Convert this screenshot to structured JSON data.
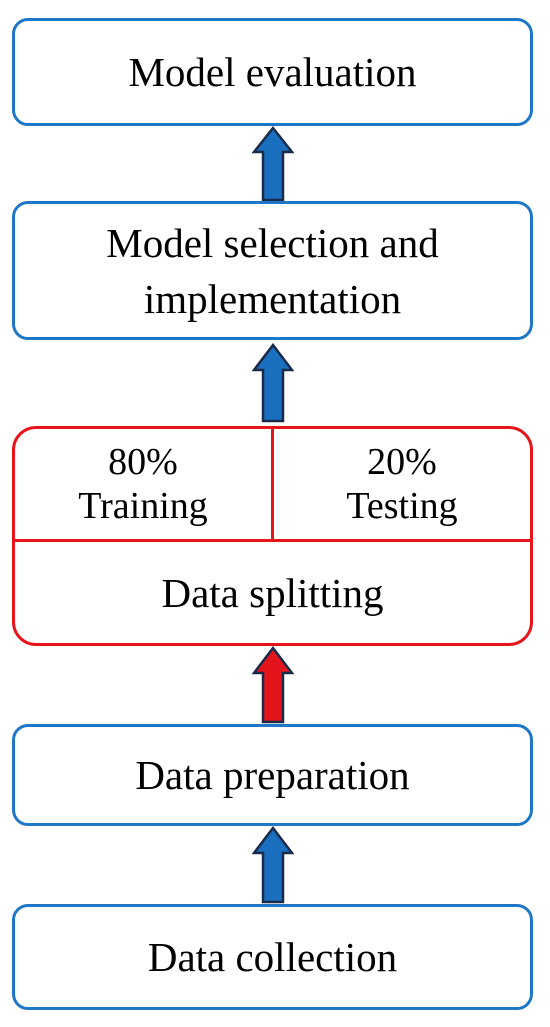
{
  "diagram": {
    "steps": {
      "model_evaluation": "Model evaluation",
      "model_selection_line1": "Model selection and",
      "model_selection_line2": "implementation",
      "data_splitting": "Data splitting",
      "training_percent": "80%",
      "training_label": "Training",
      "testing_percent": "20%",
      "testing_label": "Testing",
      "data_preparation": "Data preparation",
      "data_collection": "Data collection"
    },
    "colors": {
      "box_border": "#1f77c8",
      "split_border": "#e8141b",
      "arrow_blue": "#1a6fbf",
      "arrow_red": "#e3141b",
      "arrow_outline": "#1a2b4a"
    }
  }
}
